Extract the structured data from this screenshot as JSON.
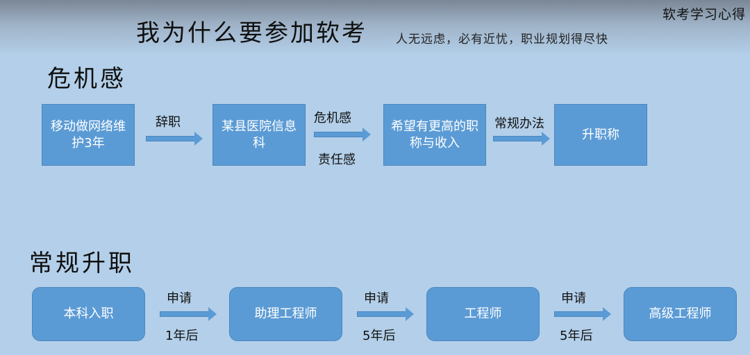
{
  "header": {
    "corner_label": "软考学习心得",
    "title": "我为什么要参加软考",
    "subtitle": "人无远虑，必有近忧，职业规划得尽快"
  },
  "section1": {
    "heading": "危机感",
    "nodes": [
      "移动做网络维护3年",
      "某县医院信息科",
      "希望有更高的职称与收入",
      "升职称"
    ],
    "edges": [
      {
        "top": "辞职",
        "bottom": ""
      },
      {
        "top": "危机感",
        "bottom": "责任感"
      },
      {
        "top": "常规办法",
        "bottom": ""
      }
    ]
  },
  "section2": {
    "heading": "常规升职",
    "nodes": [
      "本科入职",
      "助理工程师",
      "工程师",
      "高级工程师"
    ],
    "edges": [
      {
        "top": "申请",
        "bottom": "1年后"
      },
      {
        "top": "申请",
        "bottom": "5年后"
      },
      {
        "top": "申请",
        "bottom": "5年后"
      }
    ]
  },
  "colors": {
    "box_fill": "#5b9bd5",
    "background": "#b3cfe9"
  }
}
